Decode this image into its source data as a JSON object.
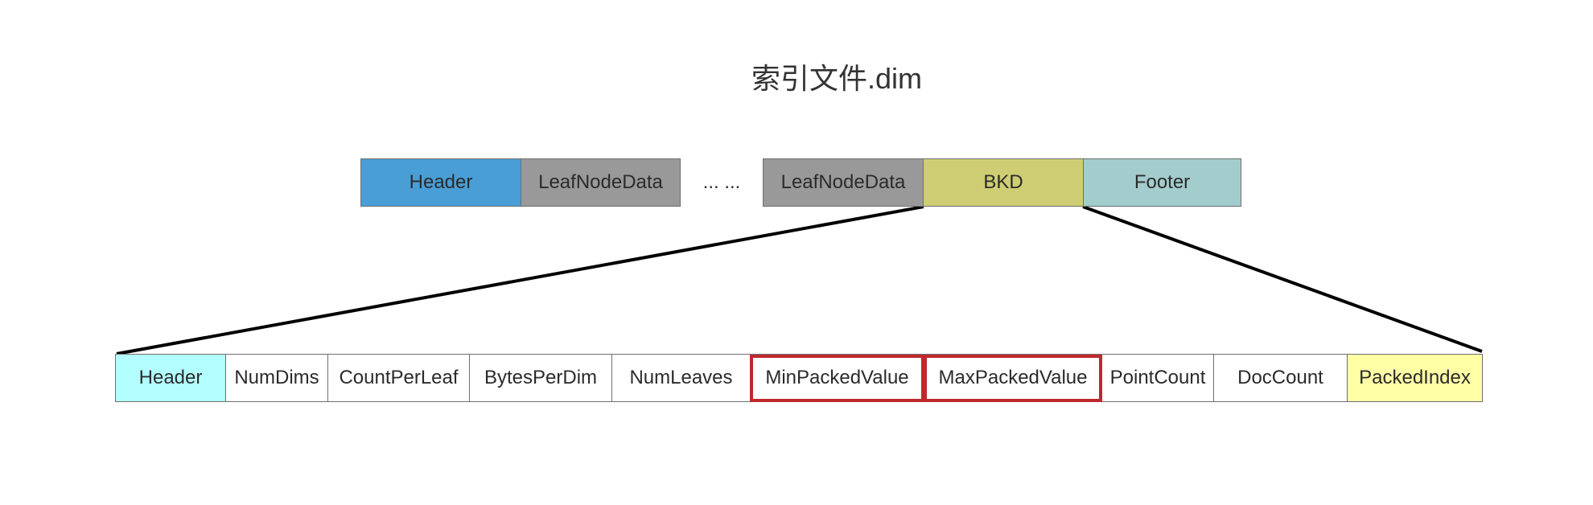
{
  "title": "索引文件.dim",
  "file_layout": {
    "header": "Header",
    "leaf_node_data_1": "LeafNodeData",
    "ellipsis": "... ...",
    "leaf_node_data_2": "LeafNodeData",
    "bkd": "BKD",
    "footer": "Footer"
  },
  "bkd_fields": {
    "header": "Header",
    "num_dims": "NumDims",
    "count_per_leaf": "CountPerLeaf",
    "bytes_per_dim": "BytesPerDim",
    "num_leaves": "NumLeaves",
    "min_packed_value": "MinPackedValue",
    "max_packed_value": "MaxPackedValue",
    "point_count": "PointCount",
    "doc_count": "DocCount",
    "packed_index": "PackedIndex"
  },
  "colors": {
    "header": "#4a9ed6",
    "leaf_node_data": "#999999",
    "bkd": "#cfcd73",
    "footer": "#a3cccc",
    "bkd_header": "#b3ffff",
    "packed_index": "#ffffa6",
    "highlight": "#c0282d"
  }
}
